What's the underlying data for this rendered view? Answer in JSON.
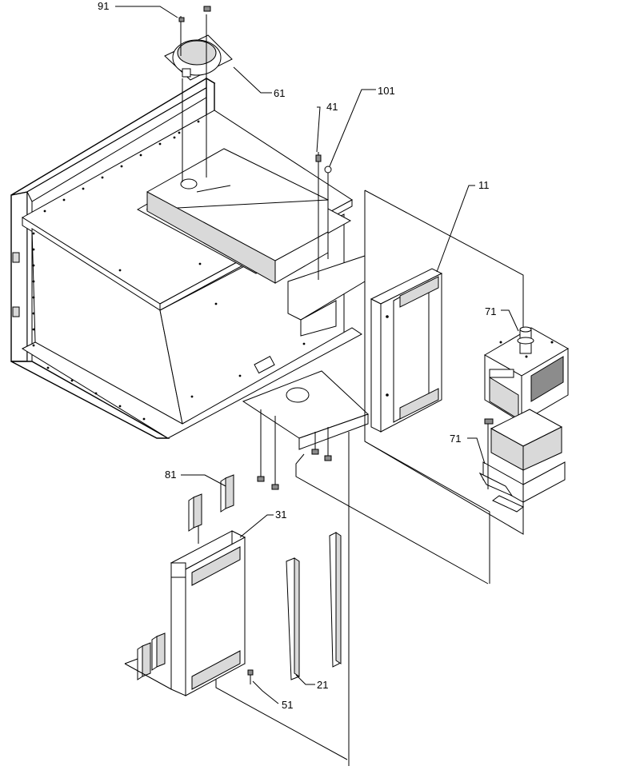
{
  "labels": {
    "l91": "91",
    "l61": "61",
    "l41": "41",
    "l101": "101",
    "l11": "11",
    "l71a": "71",
    "l71b": "71",
    "l81": "81",
    "l31": "31",
    "l21": "21",
    "l51": "51"
  }
}
